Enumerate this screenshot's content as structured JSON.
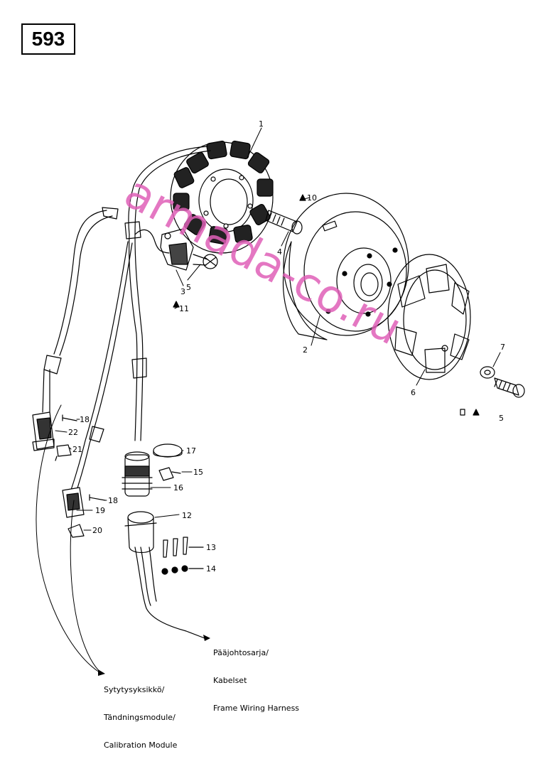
{
  "page_number": "593",
  "callouts": [
    {
      "id": "1",
      "label": "1"
    },
    {
      "id": "2",
      "label": "2"
    },
    {
      "id": "3",
      "label": "3"
    },
    {
      "id": "4",
      "label": "4"
    },
    {
      "id": "5a",
      "label": "5"
    },
    {
      "id": "5b",
      "label": "5"
    },
    {
      "id": "6",
      "label": "6"
    },
    {
      "id": "7",
      "label": "7"
    },
    {
      "id": "10",
      "label": "10"
    },
    {
      "id": "11",
      "label": "11"
    },
    {
      "id": "12",
      "label": "12"
    },
    {
      "id": "13",
      "label": "13"
    },
    {
      "id": "14",
      "label": "14"
    },
    {
      "id": "15",
      "label": "15"
    },
    {
      "id": "16",
      "label": "16"
    },
    {
      "id": "17",
      "label": "17"
    },
    {
      "id": "18a",
      "label": "18"
    },
    {
      "id": "18b",
      "label": "18"
    },
    {
      "id": "19",
      "label": "19"
    },
    {
      "id": "20",
      "label": "20"
    },
    {
      "id": "21",
      "label": "21"
    },
    {
      "id": "22",
      "label": "22"
    }
  ],
  "notes": {
    "harness": [
      "Pääjohtosarja/",
      "Kabelset",
      "Frame Wiring Harness"
    ],
    "module": [
      "Sytytysyksikkö/",
      "Tändningsmodule/",
      "Calibration Module"
    ]
  },
  "watermark": "armada-co.ru",
  "colors": {
    "line": "#000000",
    "watermark": "#e060b8",
    "background": "#ffffff"
  }
}
